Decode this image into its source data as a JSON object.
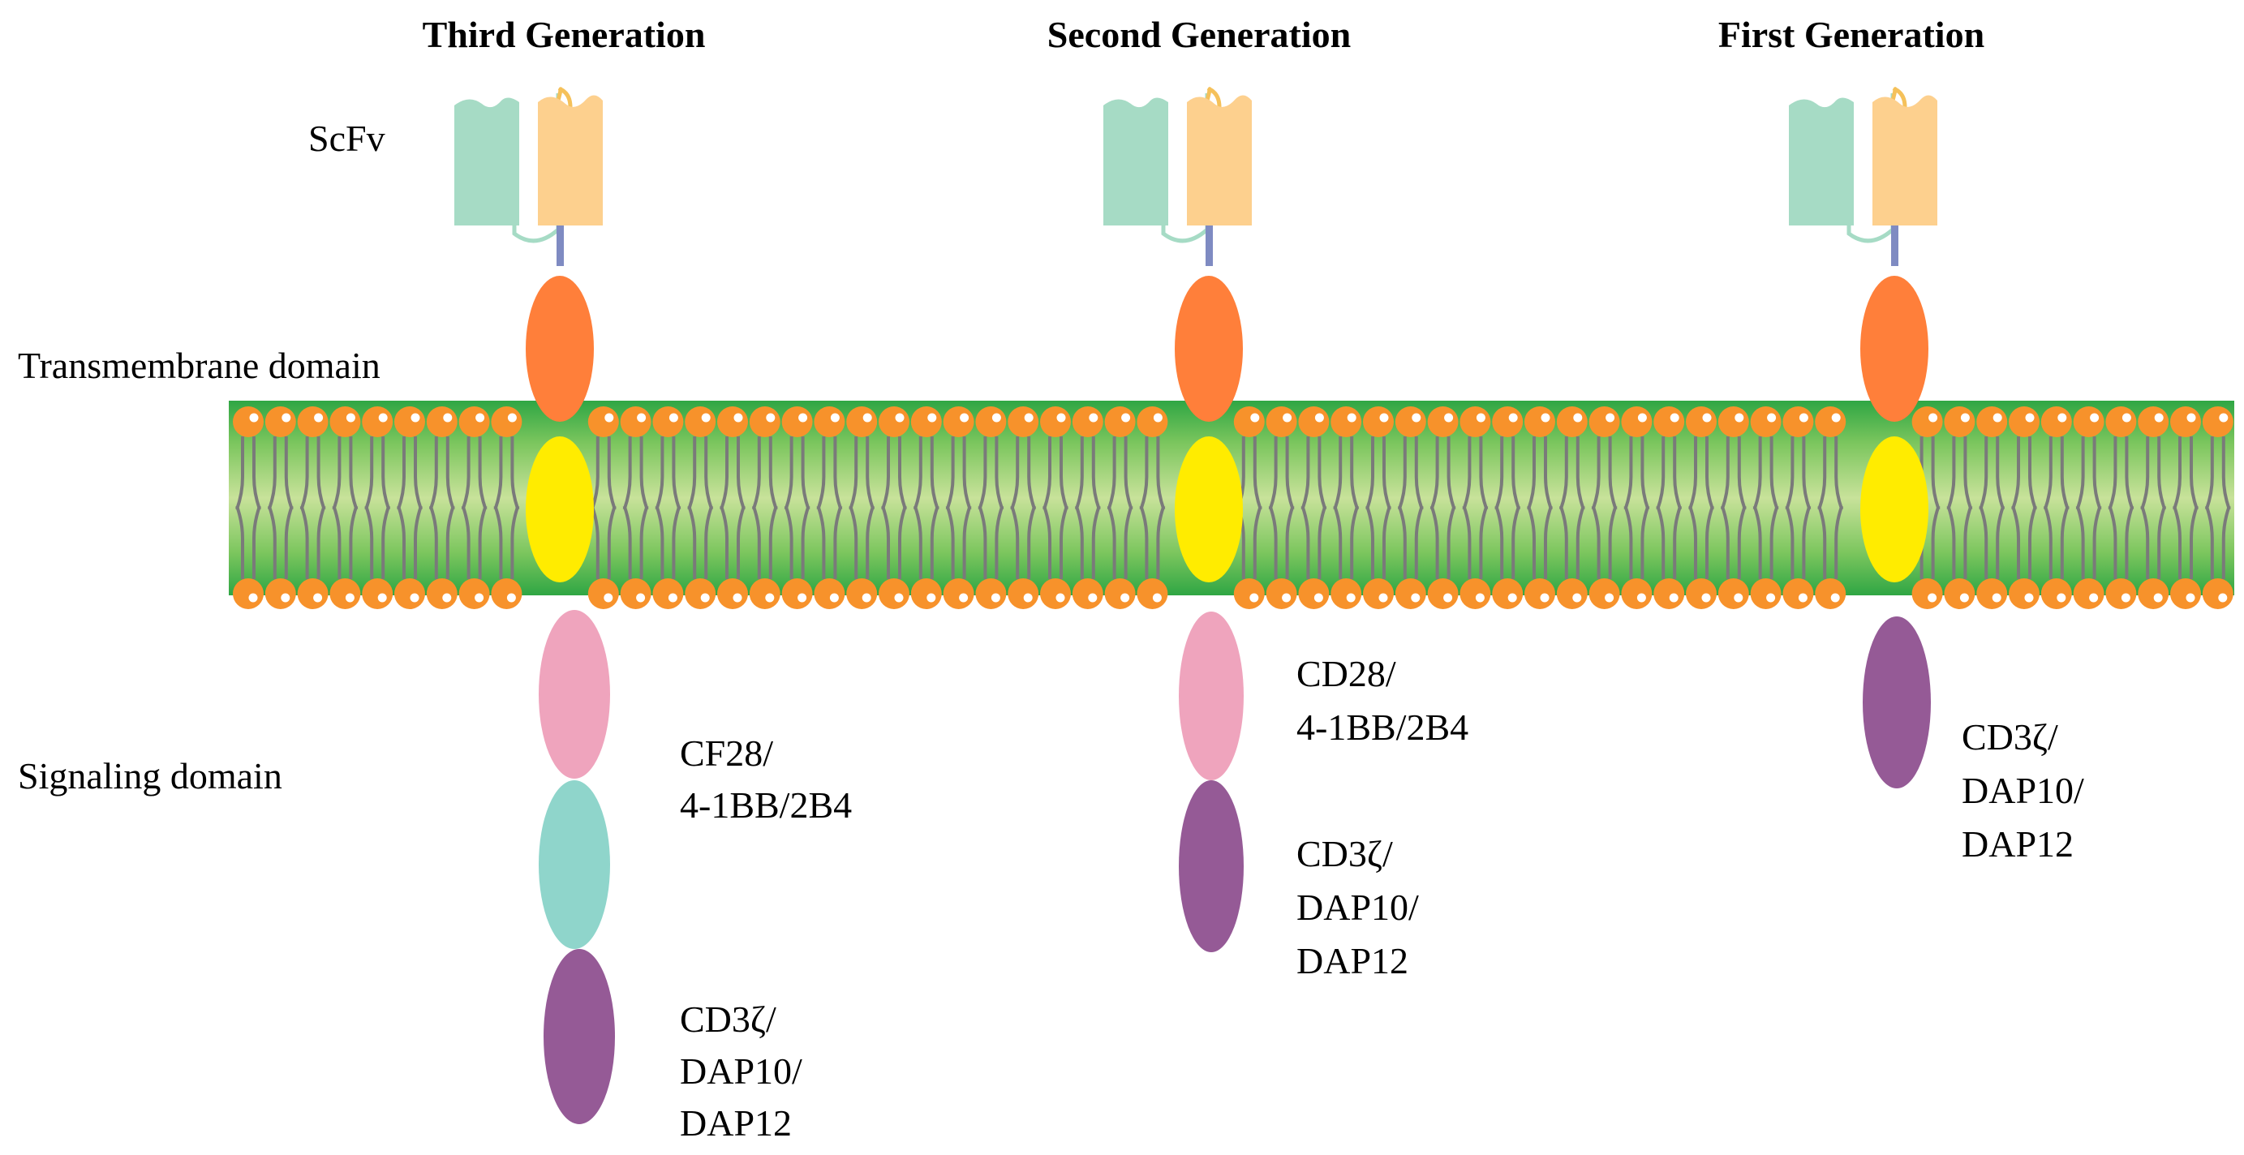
{
  "headings": {
    "third": "Third Generation",
    "second": "Second Generation",
    "first": "First Generation"
  },
  "side_labels": {
    "scfv": "ScFv",
    "transmembrane": "Transmembrane domain",
    "signaling": "Signaling domain"
  },
  "third_generation": {
    "costim_line1": "CF28/",
    "costim_line2": "4-1BB/2B4",
    "signal_line1": "CD3ζ/",
    "signal_line2": "DAP10/",
    "signal_line3": "DAP12"
  },
  "second_generation": {
    "costim_line1": "CD28/",
    "costim_line2": "4-1BB/2B4",
    "signal_line1": "CD3ζ/",
    "signal_line2": "DAP10/",
    "signal_line3": "DAP12"
  },
  "first_generation": {
    "signal_line1": "CD3ζ/",
    "signal_line2": "DAP10/",
    "signal_line3": "DAP12"
  },
  "colors": {
    "vl_domain": "#a6dbc5",
    "vh_domain": "#fdd08e",
    "linker": "#f5c15a",
    "hinge": "#7f8bc2",
    "transmembrane": "#ff7f3a",
    "membrane_core": "#ffec00",
    "lipid_head": "#f7922b",
    "bilayer_edge": "#35b64a",
    "bilayer_center": "#c8e29a",
    "costim_domain": "#efa4bd",
    "second_costim_domain": "#8fd5cb",
    "cd3z_domain": "#955a96"
  }
}
